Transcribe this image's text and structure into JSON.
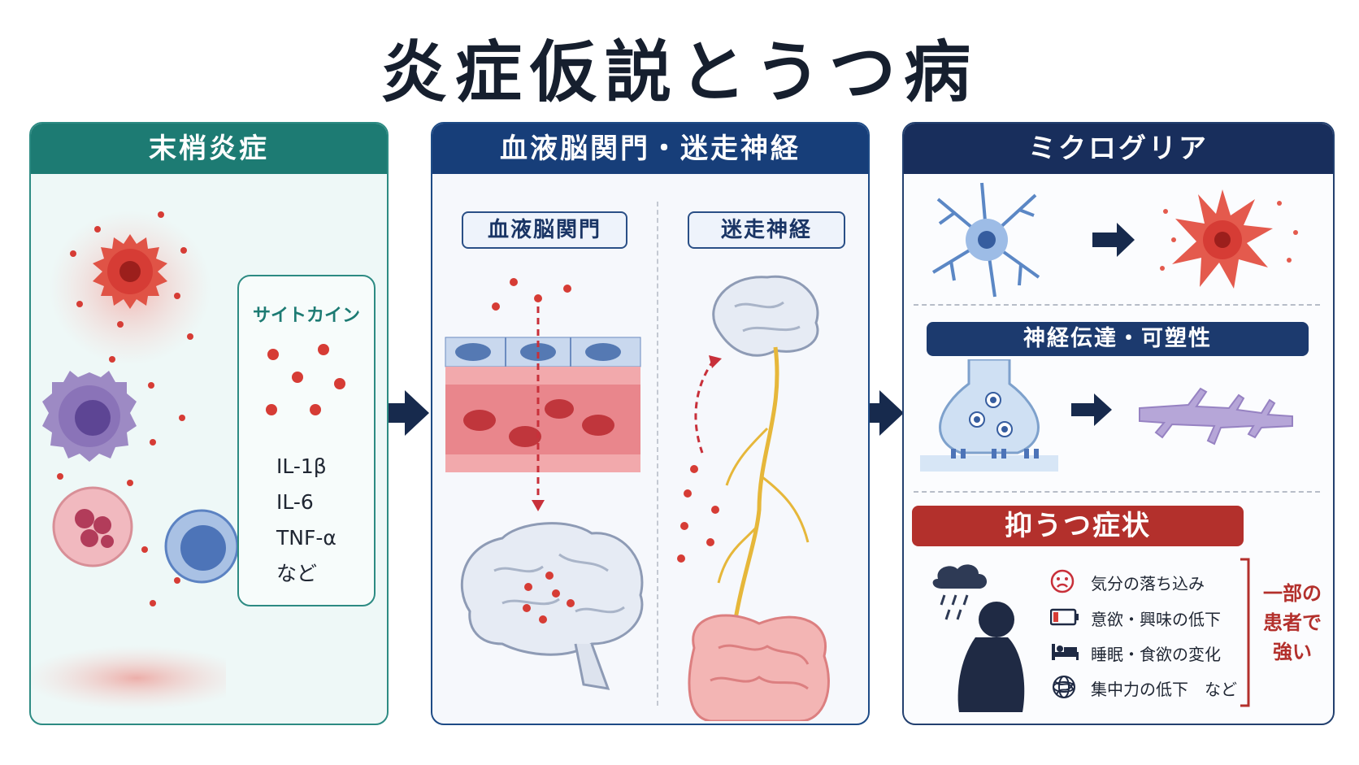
{
  "title": "炎症仮説とうつ病",
  "panel1": {
    "header": "末梢炎症",
    "cytokine_box": {
      "title": "サイトカイン",
      "items": [
        "IL-1β",
        "IL-6",
        "TNF-α",
        "など"
      ]
    }
  },
  "panel2": {
    "header": "血液脳関門・迷走神経",
    "bbb_label": "血液脳関門",
    "vagus_label": "迷走神経"
  },
  "panel3": {
    "header": "ミクログリア",
    "neuro_bar": "神経伝達・可塑性",
    "symptoms_header": "抑うつ症状",
    "symptoms": [
      {
        "icon": "sad-face-icon",
        "text": "気分の落ち込み"
      },
      {
        "icon": "low-battery-icon",
        "text": "意欲・興味の低下"
      },
      {
        "icon": "bed-icon",
        "text": "睡眠・食欲の変化"
      },
      {
        "icon": "tangle-icon",
        "text": "集中力の低下　など"
      }
    ],
    "note": "一部の患者で強い"
  },
  "colors": {
    "panel1": "#1d7b73",
    "panel2": "#173e79",
    "panel3": "#182e5c",
    "inflammation_red": "#d63c35",
    "symptom_red": "#b3302c",
    "arrow_navy": "#172a4d"
  }
}
